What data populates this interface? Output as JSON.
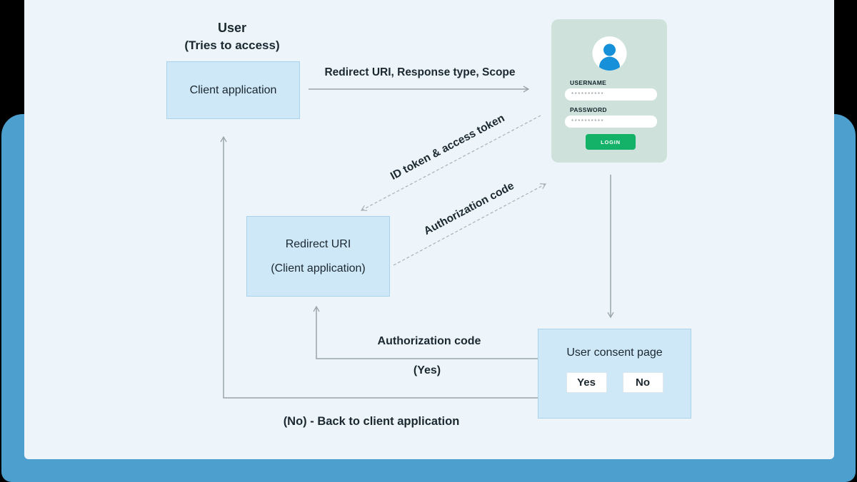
{
  "heading": {
    "title": "User",
    "subtitle": "(Tries to access)"
  },
  "nodes": {
    "client_app": {
      "label": "Client application"
    },
    "redirect_uri": {
      "line1": "Redirect URI",
      "line2": "(Client application)"
    },
    "consent": {
      "title": "User consent page",
      "yes_label": "Yes",
      "no_label": "No"
    }
  },
  "login_card": {
    "avatar_icon": "user-avatar-icon",
    "username_label": "USERNAME",
    "username_value": "**********",
    "password_label": "PASSWORD",
    "password_value": "**********",
    "login_button": "LOGIN"
  },
  "edges": {
    "request": "Redirect URI, Response type, Scope",
    "id_token": "ID token & access token",
    "auth_code_diagonal": "Authorization code",
    "auth_code_yes": "Authorization code",
    "yes_note": "(Yes)",
    "no_return": "(No) - Back to client application"
  },
  "colors": {
    "frame_blue": "#4D9FCE",
    "canvas": "#EDF5FB",
    "node_fill": "#CFE8F8",
    "node_border": "#A9D2EC",
    "card_bg": "#CEE2DB",
    "login_green": "#14B269",
    "avatar_blue": "#1590D9",
    "arrow_gray": "#9AA5AB",
    "text": "#1B2830"
  }
}
